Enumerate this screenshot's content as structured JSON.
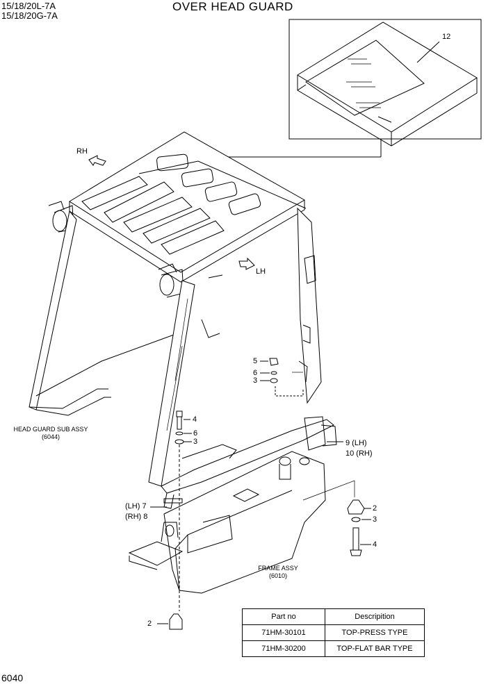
{
  "header": {
    "model_line_1": "15/18/20L-7A",
    "model_line_2": "15/18/20G-7A",
    "title": "OVER HEAD GUARD"
  },
  "page_number": "6040",
  "direction_labels": {
    "rh": "RH",
    "lh": "LH"
  },
  "callouts": {
    "c12": "12",
    "c5": "5",
    "c6a": "6",
    "c3a": "3",
    "c4a": "4",
    "c6b": "6",
    "c3b": "3",
    "c9": "9 (LH)",
    "c10": "10 (RH)",
    "c7": "(LH) 7",
    "c8": "(RH) 8",
    "c2a": "2",
    "c3c": "3",
    "c4b": "4",
    "c2b": "2"
  },
  "assemblies": {
    "head_guard_name": "HEAD GUARD SUB ASSY",
    "head_guard_ref": "(6044)",
    "frame_name": "FRAME ASSY",
    "frame_ref": "(6010)"
  },
  "parts_table": {
    "headers": [
      "Part no",
      "Descripition"
    ],
    "rows": [
      [
        "71HM-30101",
        "TOP-PRESS TYPE"
      ],
      [
        "71HM-30200",
        "TOP-FLAT BAR TYPE"
      ]
    ]
  }
}
